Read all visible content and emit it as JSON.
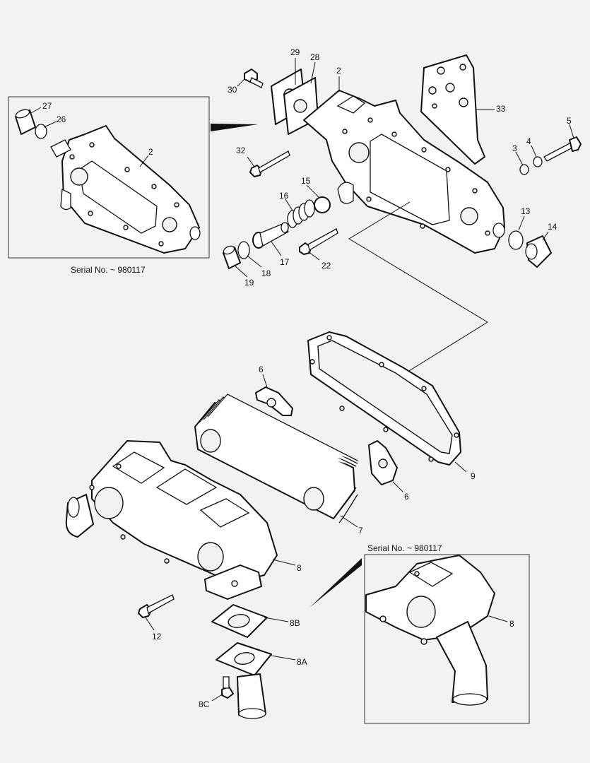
{
  "serial_caption_top": "Serial No. ~ 980117",
  "serial_caption_bottom": "Serial No. ~ 980117",
  "callouts": {
    "c2a": "2",
    "c2b": "2",
    "c3": "3",
    "c4": "4",
    "c5": "5",
    "c6a": "6",
    "c6b": "6",
    "c7": "7",
    "c8": "8",
    "c8b_inset": "8",
    "c8A": "8A",
    "c8B": "8B",
    "c8C": "8C",
    "c9": "9",
    "c12": "12",
    "c13": "13",
    "c14": "14",
    "c15": "15",
    "c16": "16",
    "c17": "17",
    "c18": "18",
    "c19": "19",
    "c22": "22",
    "c26": "26",
    "c27": "27",
    "c28": "28",
    "c29": "29",
    "c30": "30",
    "c32": "32",
    "c33": "33"
  }
}
